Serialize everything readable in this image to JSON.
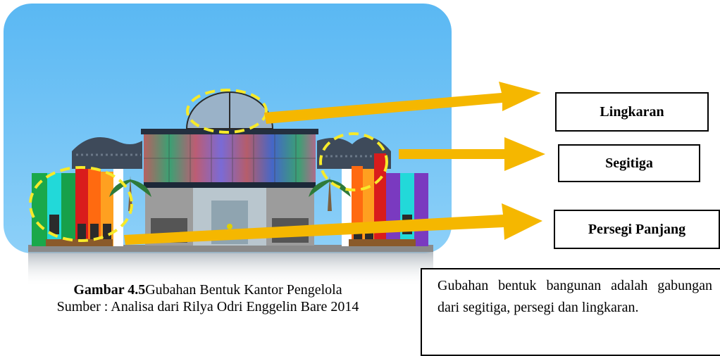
{
  "labels": {
    "lingkaran": "Lingkaran",
    "segitiga": "Segitiga",
    "persegi_panjang": "Persegi Panjang"
  },
  "caption": {
    "figure_number": "Gambar 4.5",
    "title": "Gubahan Bentuk Kantor Pengelola",
    "source": "Sumber : Analisa dari Rilya Odri Enggelin Bare 2014"
  },
  "description": "Gubahan bentuk bangunan adalah gabungan dari segitiga, persegi dan lingkaran.",
  "colors": {
    "sky": "#64BEF4",
    "arrow": "#F5B700",
    "highlight_ellipse": "#F7EA2A",
    "roof_stone": "#3E4A5A"
  },
  "icons": [
    "arrow-right-icon",
    "dashed-ellipse-highlight"
  ]
}
